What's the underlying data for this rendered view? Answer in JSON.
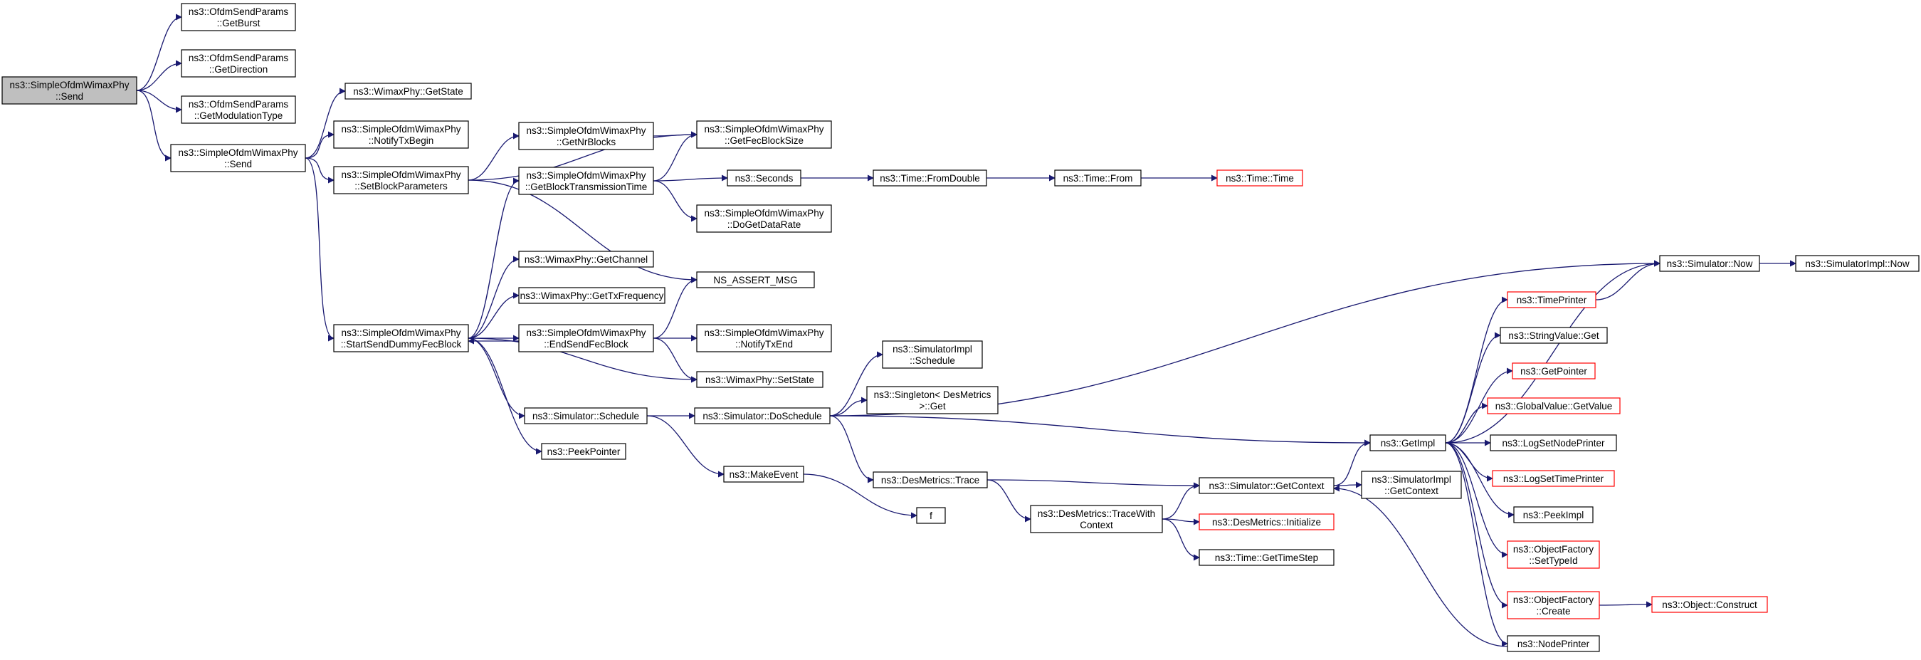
{
  "colors": {
    "edge": "#191970",
    "node_border": "#000000",
    "truncated_border": "#ff0000",
    "root_fill": "#bfbfbf",
    "background": "#ffffff"
  },
  "nodes": [
    {
      "id": "root",
      "lines": [
        "ns3::SimpleOfdmWimaxPhy",
        "::Send"
      ],
      "style": "root"
    },
    {
      "id": "getburst",
      "lines": [
        "ns3::OfdmSendParams",
        "::GetBurst"
      ]
    },
    {
      "id": "getdirection",
      "lines": [
        "ns3::OfdmSendParams",
        "::GetDirection"
      ]
    },
    {
      "id": "getmodulation",
      "lines": [
        "ns3::OfdmSendParams",
        "::GetModulationType"
      ]
    },
    {
      "id": "send2",
      "lines": [
        "ns3::SimpleOfdmWimaxPhy",
        "::Send"
      ]
    },
    {
      "id": "getstate",
      "lines": [
        "ns3::WimaxPhy::GetState"
      ]
    },
    {
      "id": "notifytxbegin",
      "lines": [
        "ns3::SimpleOfdmWimaxPhy",
        "::NotifyTxBegin"
      ]
    },
    {
      "id": "setblockparams",
      "lines": [
        "ns3::SimpleOfdmWimaxPhy",
        "::SetBlockParameters"
      ]
    },
    {
      "id": "startsend",
      "lines": [
        "ns3::SimpleOfdmWimaxPhy",
        "::StartSendDummyFecBlock"
      ]
    },
    {
      "id": "getnrblocks",
      "lines": [
        "ns3::SimpleOfdmWimaxPhy",
        "::GetNrBlocks"
      ]
    },
    {
      "id": "getblocktx",
      "lines": [
        "ns3::SimpleOfdmWimaxPhy",
        "::GetBlockTransmissionTime"
      ]
    },
    {
      "id": "getfecblocksize",
      "lines": [
        "ns3::SimpleOfdmWimaxPhy",
        "::GetFecBlockSize"
      ]
    },
    {
      "id": "seconds",
      "lines": [
        "ns3::Seconds"
      ]
    },
    {
      "id": "fromdouble",
      "lines": [
        "ns3::Time::FromDouble"
      ]
    },
    {
      "id": "timefrom",
      "lines": [
        "ns3::Time::From"
      ]
    },
    {
      "id": "timetime",
      "lines": [
        "ns3::Time::Time"
      ],
      "style": "red"
    },
    {
      "id": "dogetdatarate",
      "lines": [
        "ns3::SimpleOfdmWimaxPhy",
        "::DoGetDataRate"
      ]
    },
    {
      "id": "getchannel",
      "lines": [
        "ns3::WimaxPhy::GetChannel"
      ]
    },
    {
      "id": "gettxfreq",
      "lines": [
        "ns3::WimaxPhy::GetTxFrequency"
      ]
    },
    {
      "id": "endsend",
      "lines": [
        "ns3::SimpleOfdmWimaxPhy",
        "::EndSendFecBlock"
      ]
    },
    {
      "id": "nsassert",
      "lines": [
        "NS_ASSERT_MSG"
      ]
    },
    {
      "id": "notifytxend",
      "lines": [
        "ns3::SimpleOfdmWimaxPhy",
        "::NotifyTxEnd"
      ]
    },
    {
      "id": "setstate",
      "lines": [
        "ns3::WimaxPhy::SetState"
      ]
    },
    {
      "id": "schedule",
      "lines": [
        "ns3::Simulator::Schedule"
      ]
    },
    {
      "id": "peekpointer",
      "lines": [
        "ns3::PeekPointer"
      ]
    },
    {
      "id": "doschedule",
      "lines": [
        "ns3::Simulator::DoSchedule"
      ]
    },
    {
      "id": "makeevent",
      "lines": [
        "ns3::MakeEvent"
      ]
    },
    {
      "id": "f",
      "lines": [
        "f"
      ]
    },
    {
      "id": "implschedule",
      "lines": [
        "ns3::SimulatorImpl",
        "::Schedule"
      ]
    },
    {
      "id": "singleton",
      "lines": [
        "ns3::Singleton< DesMetrics",
        ">::Get"
      ]
    },
    {
      "id": "trace",
      "lines": [
        "ns3::DesMetrics::Trace"
      ]
    },
    {
      "id": "tracewith",
      "lines": [
        "ns3::DesMetrics::TraceWith",
        "Context"
      ]
    },
    {
      "id": "getcontext",
      "lines": [
        "ns3::Simulator::GetContext"
      ]
    },
    {
      "id": "desinit",
      "lines": [
        "ns3::DesMetrics::Initialize"
      ],
      "style": "red"
    },
    {
      "id": "gettimestep",
      "lines": [
        "ns3::Time::GetTimeStep"
      ]
    },
    {
      "id": "implgetcontext",
      "lines": [
        "ns3::SimulatorImpl",
        "::GetContext"
      ]
    },
    {
      "id": "getimpl",
      "lines": [
        "ns3::GetImpl"
      ]
    },
    {
      "id": "now",
      "lines": [
        "ns3::Simulator::Now"
      ]
    },
    {
      "id": "implnow",
      "lines": [
        "ns3::SimulatorImpl::Now"
      ]
    },
    {
      "id": "timeprinter",
      "lines": [
        "ns3::TimePrinter"
      ],
      "style": "red"
    },
    {
      "id": "stringvalue",
      "lines": [
        "ns3::StringValue::Get"
      ]
    },
    {
      "id": "getpointer",
      "lines": [
        "ns3::GetPointer"
      ],
      "style": "red"
    },
    {
      "id": "globalvalue",
      "lines": [
        "ns3::GlobalValue::GetValue"
      ],
      "style": "red"
    },
    {
      "id": "logsetnode",
      "lines": [
        "ns3::LogSetNodePrinter"
      ]
    },
    {
      "id": "logsettime",
      "lines": [
        "ns3::LogSetTimePrinter"
      ],
      "style": "red"
    },
    {
      "id": "peekimpl",
      "lines": [
        "ns3::PeekImpl"
      ]
    },
    {
      "id": "settypeid",
      "lines": [
        "ns3::ObjectFactory",
        "::SetTypeId"
      ],
      "style": "red"
    },
    {
      "id": "create",
      "lines": [
        "ns3::ObjectFactory",
        "::Create"
      ],
      "style": "red"
    },
    {
      "id": "construct",
      "lines": [
        "ns3::Object::Construct"
      ],
      "style": "red"
    },
    {
      "id": "nodeprinter",
      "lines": [
        "ns3::NodePrinter"
      ]
    }
  ],
  "edges": [
    [
      "root",
      "getburst"
    ],
    [
      "root",
      "getdirection"
    ],
    [
      "root",
      "getmodulation"
    ],
    [
      "root",
      "send2"
    ],
    [
      "send2",
      "getstate"
    ],
    [
      "send2",
      "notifytxbegin"
    ],
    [
      "send2",
      "setblockparams"
    ],
    [
      "send2",
      "startsend"
    ],
    [
      "setblockparams",
      "getnrblocks"
    ],
    [
      "setblockparams",
      "getfecblocksize"
    ],
    [
      "setblockparams",
      "nsassert"
    ],
    [
      "getnrblocks",
      "getfecblocksize"
    ],
    [
      "startsend",
      "getblocktx"
    ],
    [
      "startsend",
      "getchannel"
    ],
    [
      "startsend",
      "gettxfreq"
    ],
    [
      "startsend",
      "endsend"
    ],
    [
      "startsend",
      "setstate"
    ],
    [
      "startsend",
      "schedule"
    ],
    [
      "startsend",
      "peekpointer"
    ],
    [
      "getblocktx",
      "getfecblocksize"
    ],
    [
      "getblocktx",
      "seconds"
    ],
    [
      "getblocktx",
      "dogetdatarate"
    ],
    [
      "seconds",
      "fromdouble"
    ],
    [
      "fromdouble",
      "timefrom"
    ],
    [
      "timefrom",
      "timetime"
    ],
    [
      "endsend",
      "startsend"
    ],
    [
      "endsend",
      "nsassert"
    ],
    [
      "endsend",
      "notifytxend"
    ],
    [
      "endsend",
      "setstate"
    ],
    [
      "schedule",
      "doschedule"
    ],
    [
      "schedule",
      "makeevent"
    ],
    [
      "makeevent",
      "f"
    ],
    [
      "doschedule",
      "now"
    ],
    [
      "doschedule",
      "implschedule"
    ],
    [
      "doschedule",
      "singleton"
    ],
    [
      "doschedule",
      "getimpl"
    ],
    [
      "doschedule",
      "trace"
    ],
    [
      "trace",
      "getcontext"
    ],
    [
      "trace",
      "tracewith"
    ],
    [
      "tracewith",
      "getcontext"
    ],
    [
      "tracewith",
      "desinit"
    ],
    [
      "tracewith",
      "gettimestep"
    ],
    [
      "getcontext",
      "getimpl"
    ],
    [
      "getcontext",
      "implgetcontext"
    ],
    [
      "getimpl",
      "now"
    ],
    [
      "getimpl",
      "timeprinter"
    ],
    [
      "getimpl",
      "stringvalue"
    ],
    [
      "getimpl",
      "getpointer"
    ],
    [
      "getimpl",
      "globalvalue"
    ],
    [
      "getimpl",
      "logsetnode"
    ],
    [
      "getimpl",
      "logsettime"
    ],
    [
      "getimpl",
      "peekimpl"
    ],
    [
      "getimpl",
      "settypeid"
    ],
    [
      "getimpl",
      "create"
    ],
    [
      "getimpl",
      "nodeprinter"
    ],
    [
      "timeprinter",
      "now"
    ],
    [
      "now",
      "implnow"
    ],
    [
      "create",
      "construct"
    ],
    [
      "nodeprinter",
      "getcontext"
    ]
  ]
}
